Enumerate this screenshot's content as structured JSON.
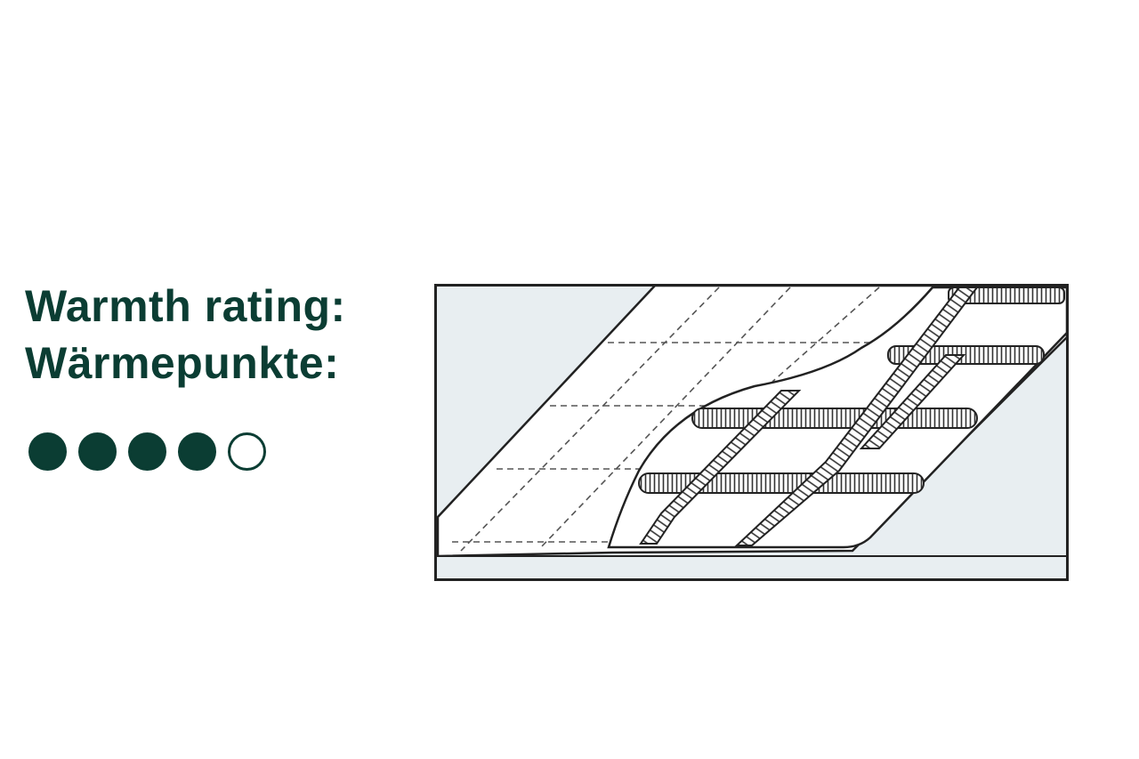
{
  "warmth": {
    "title_en": "Warmth rating:",
    "title_de": "Wärmepunkte:",
    "rating": 4,
    "max_rating": 5,
    "color": "#0b3d33"
  },
  "illustration": {
    "background_color": "#e8eef1",
    "line_color": "#222222"
  }
}
